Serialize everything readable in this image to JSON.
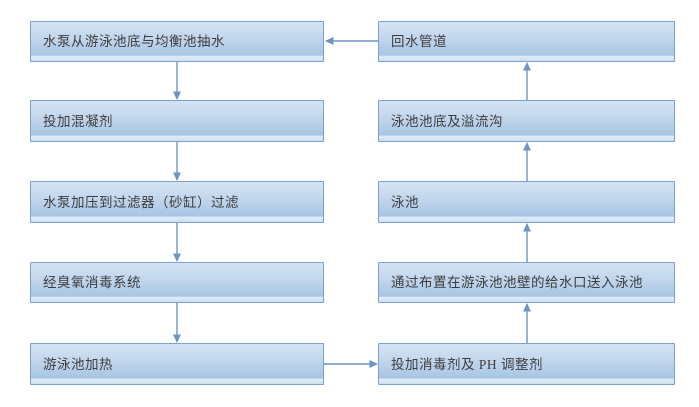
{
  "diagram": {
    "type": "flowchart",
    "subject": "swimming-pool-water-circulation-process",
    "left_column": [
      {
        "label": "水泵从游泳池底与均衡池抽水"
      },
      {
        "label": "投加混凝剂"
      },
      {
        "label": "水泵加压到过滤器（砂缸）过滤"
      },
      {
        "label": "经臭氧消毒系统"
      },
      {
        "label": "游泳池加热"
      }
    ],
    "right_column": [
      {
        "label": "回水管道"
      },
      {
        "label": "泳池池底及溢流沟"
      },
      {
        "label": "泳池"
      },
      {
        "label": "通过布置在游泳池池壁的给水口送入泳池"
      },
      {
        "label": "投加消毒剂及 PH 调整剂"
      }
    ],
    "flow_connections": [
      "水泵从游泳池底与均衡池抽水 -> 投加混凝剂",
      "投加混凝剂 -> 水泵加压到过滤器（砂缸）过滤",
      "水泵加压到过滤器（砂缸）过滤 -> 经臭氧消毒系统",
      "经臭氧消毒系统 -> 游泳池加热",
      "游泳池加热 -> 投加消毒剂及 PH 调整剂",
      "投加消毒剂及 PH 调整剂 -> 通过布置在游泳池池壁的给水口送入泳池",
      "通过布置在游泳池池壁的给水口送入泳池 -> 泳池",
      "泳池 -> 泳池池底及溢流沟",
      "泳池池底及溢流沟 -> 回水管道",
      "回水管道 -> 水泵从游泳池底与均衡池抽水"
    ],
    "colors": {
      "background": "#ffffff",
      "box_border": "#7ba1cd",
      "box_fill_top": "#d4e3f4",
      "box_fill_bottom": "#a8c5e3",
      "arrow": "#6d96c2",
      "text": "#3d3d3d"
    }
  }
}
